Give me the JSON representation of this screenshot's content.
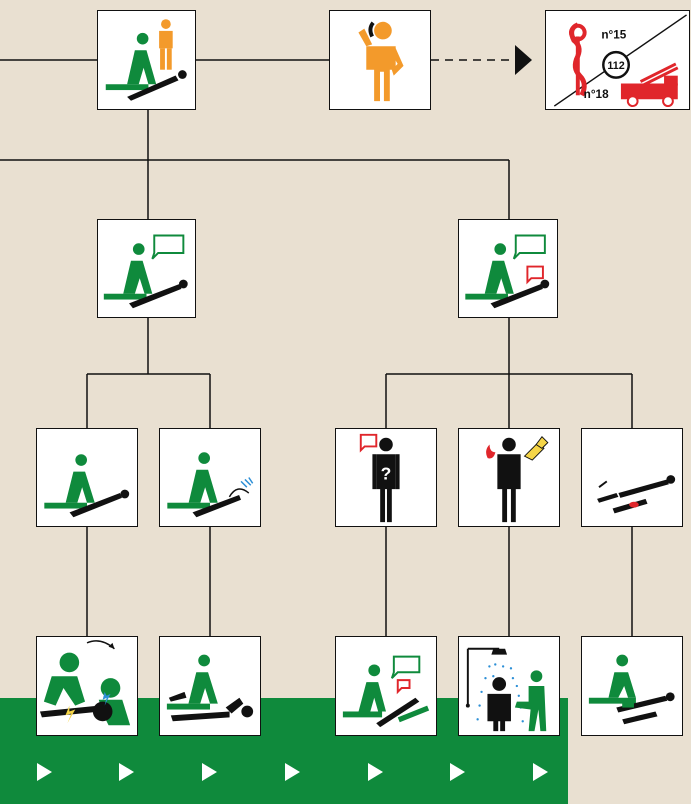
{
  "colors": {
    "background": "#e9e0d1",
    "green": "#0f8a3c",
    "orange": "#f39a2b",
    "red": "#e0262b",
    "black": "#111111"
  },
  "emergency": {
    "samu": "n°15",
    "general": "112",
    "fire": "n°18"
  },
  "boxes": [
    {
      "id": "alert-witness",
      "icon": "rescuer-with-bystander-icon"
    },
    {
      "id": "phone-call",
      "icon": "person-on-phone-icon"
    },
    {
      "id": "emergency-numbers",
      "icon": "emergency-services-icon"
    },
    {
      "id": "talk-victim",
      "icon": "rescuer-speaking-to-victim-icon"
    },
    {
      "id": "talk-victim-responds",
      "icon": "rescuer-speaking-victim-responds-icon"
    },
    {
      "id": "unconscious-victim",
      "icon": "unconscious-victim-icon"
    },
    {
      "id": "breathing-victim",
      "icon": "breathing-victim-icon"
    },
    {
      "id": "confused-person",
      "icon": "confused-person-icon"
    },
    {
      "id": "burned-person",
      "icon": "burn-injury-icon"
    },
    {
      "id": "bleeding-victim",
      "icon": "bleeding-victim-icon"
    },
    {
      "id": "cpr-defibrillation",
      "icon": "cpr-defibrillator-icon"
    },
    {
      "id": "recovery-position",
      "icon": "recovery-position-icon"
    },
    {
      "id": "reassure-victim",
      "icon": "reassure-victim-icon"
    },
    {
      "id": "cool-burn-shower",
      "icon": "shower-cooling-icon"
    },
    {
      "id": "compress-wound",
      "icon": "apply-pressure-icon"
    }
  ],
  "play_buttons": 7
}
